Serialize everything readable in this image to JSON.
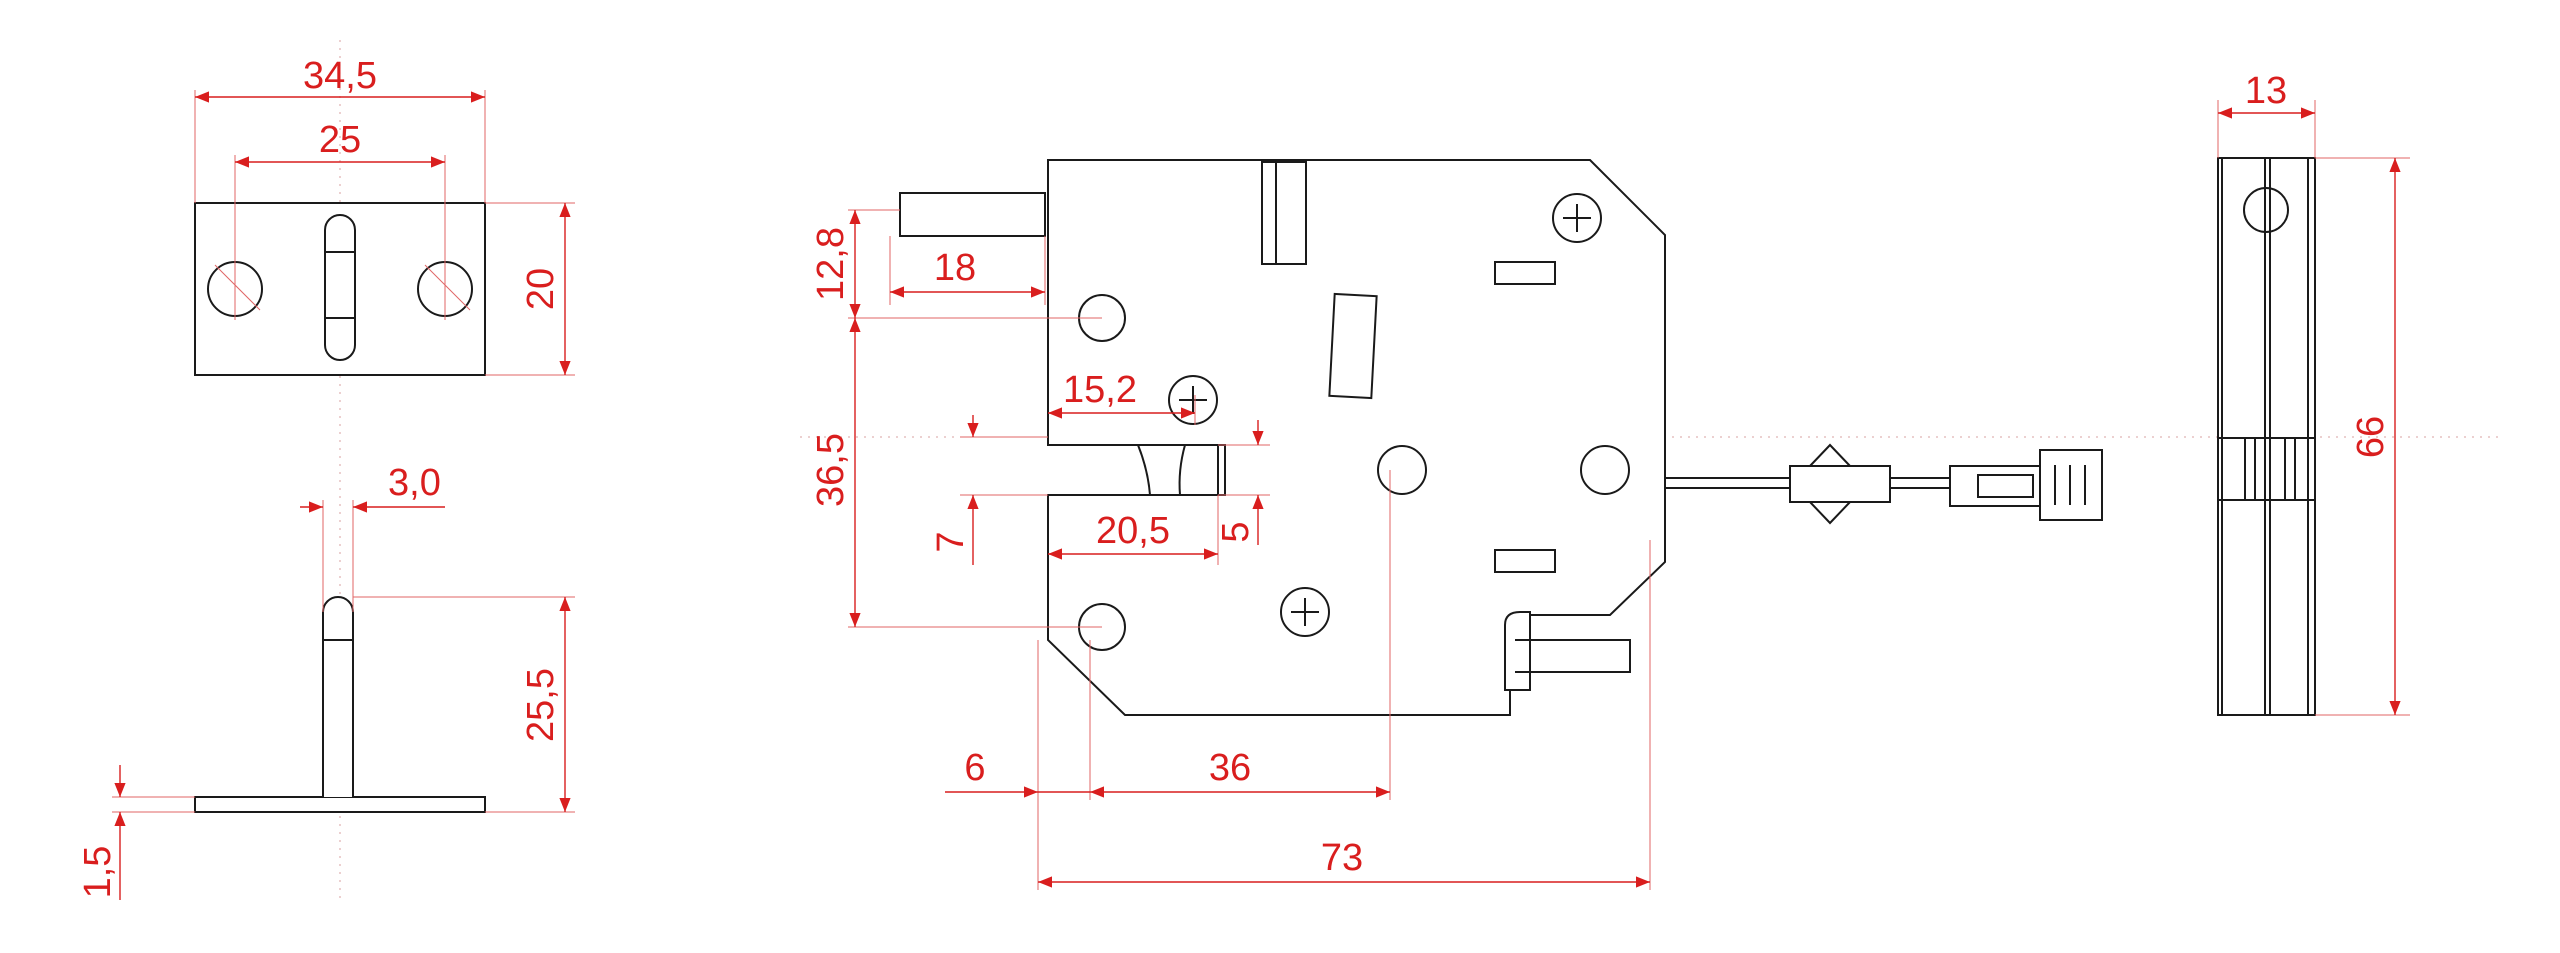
{
  "dimensions": {
    "strike_width": "34,5",
    "strike_hole_spacing": "25",
    "strike_height": "20",
    "strike_tongue_thickness": "3,0",
    "strike_tongue_length": "25,5",
    "strike_plate_thickness": "1,5",
    "bolt_offset": "12,8",
    "bolt_length": "18",
    "hole_spacing_vertical": "36,5",
    "slot_depth": "15,2",
    "latch_length": "20,5",
    "latch_gap": "7",
    "latch_height": "5",
    "edge_to_hole": "6",
    "hole_to_center": "36",
    "body_width": "73",
    "side_width": "13",
    "side_height": "66"
  },
  "colors": {
    "outline": "#1a1a1a",
    "dimension": "#d91e1e",
    "axis": "#d9a0a0"
  }
}
